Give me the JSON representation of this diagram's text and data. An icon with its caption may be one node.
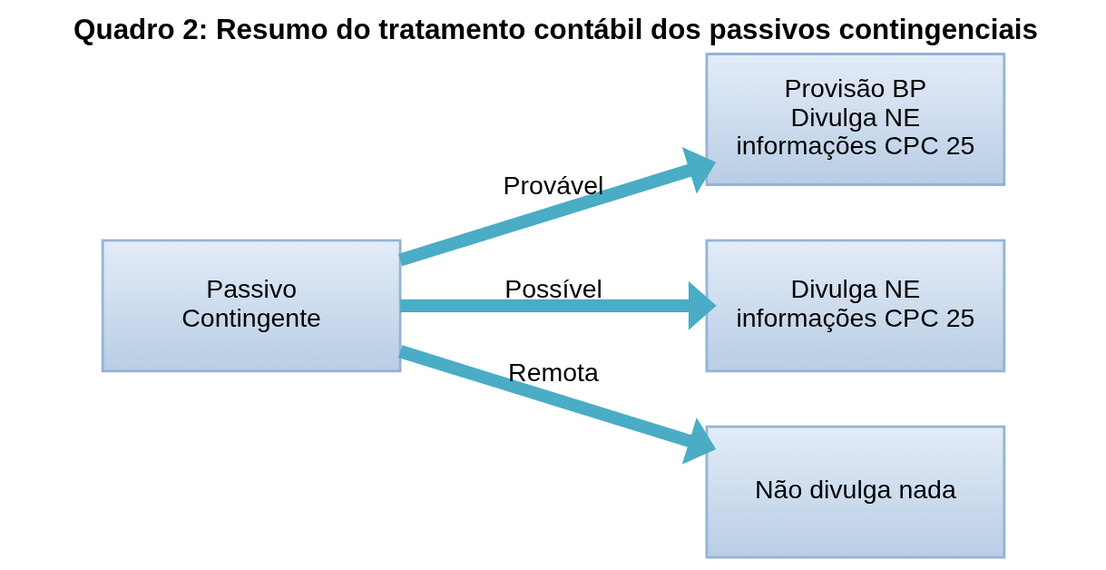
{
  "diagram": {
    "title": "Quadro 2: Resumo do tratamento contábil dos passivos contingenciais",
    "nodes": [
      {
        "text": [
          "Passivo Contingente"
        ]
      },
      {
        "text": [
          "Provisão BP Divulga NE informações CPC 25"
        ]
      },
      {
        "text": [
          "Divulga NE informações CPC 25"
        ]
      },
      {
        "text": [
          "Não divulga nada"
        ]
      }
    ],
    "edges": [
      {
        "from": 0,
        "to": 1,
        "arrow": "to",
        "label": "Provável"
      },
      {
        "from": 0,
        "to": 2,
        "arrow": "to",
        "label": "Possível"
      },
      {
        "from": 0,
        "to": 3,
        "arrow": "to",
        "label": "Remota"
      }
    ]
  }
}
